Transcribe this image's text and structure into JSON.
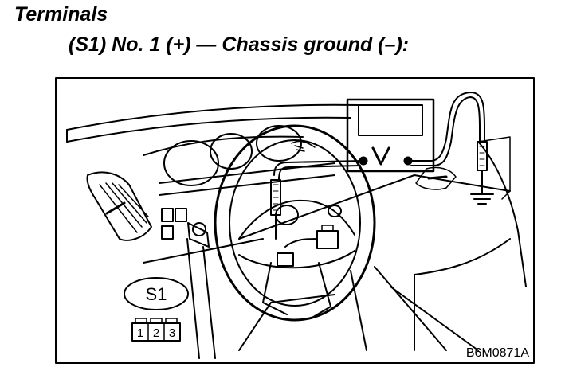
{
  "header": {
    "title": "Terminals",
    "subtitle": "(S1) No. 1 (+) — Chassis ground (–):"
  },
  "diagram": {
    "connector_label": "S1",
    "pins": [
      "1",
      "2",
      "3"
    ],
    "meter_symbol": "V",
    "figure_code": "B6M0871A"
  }
}
